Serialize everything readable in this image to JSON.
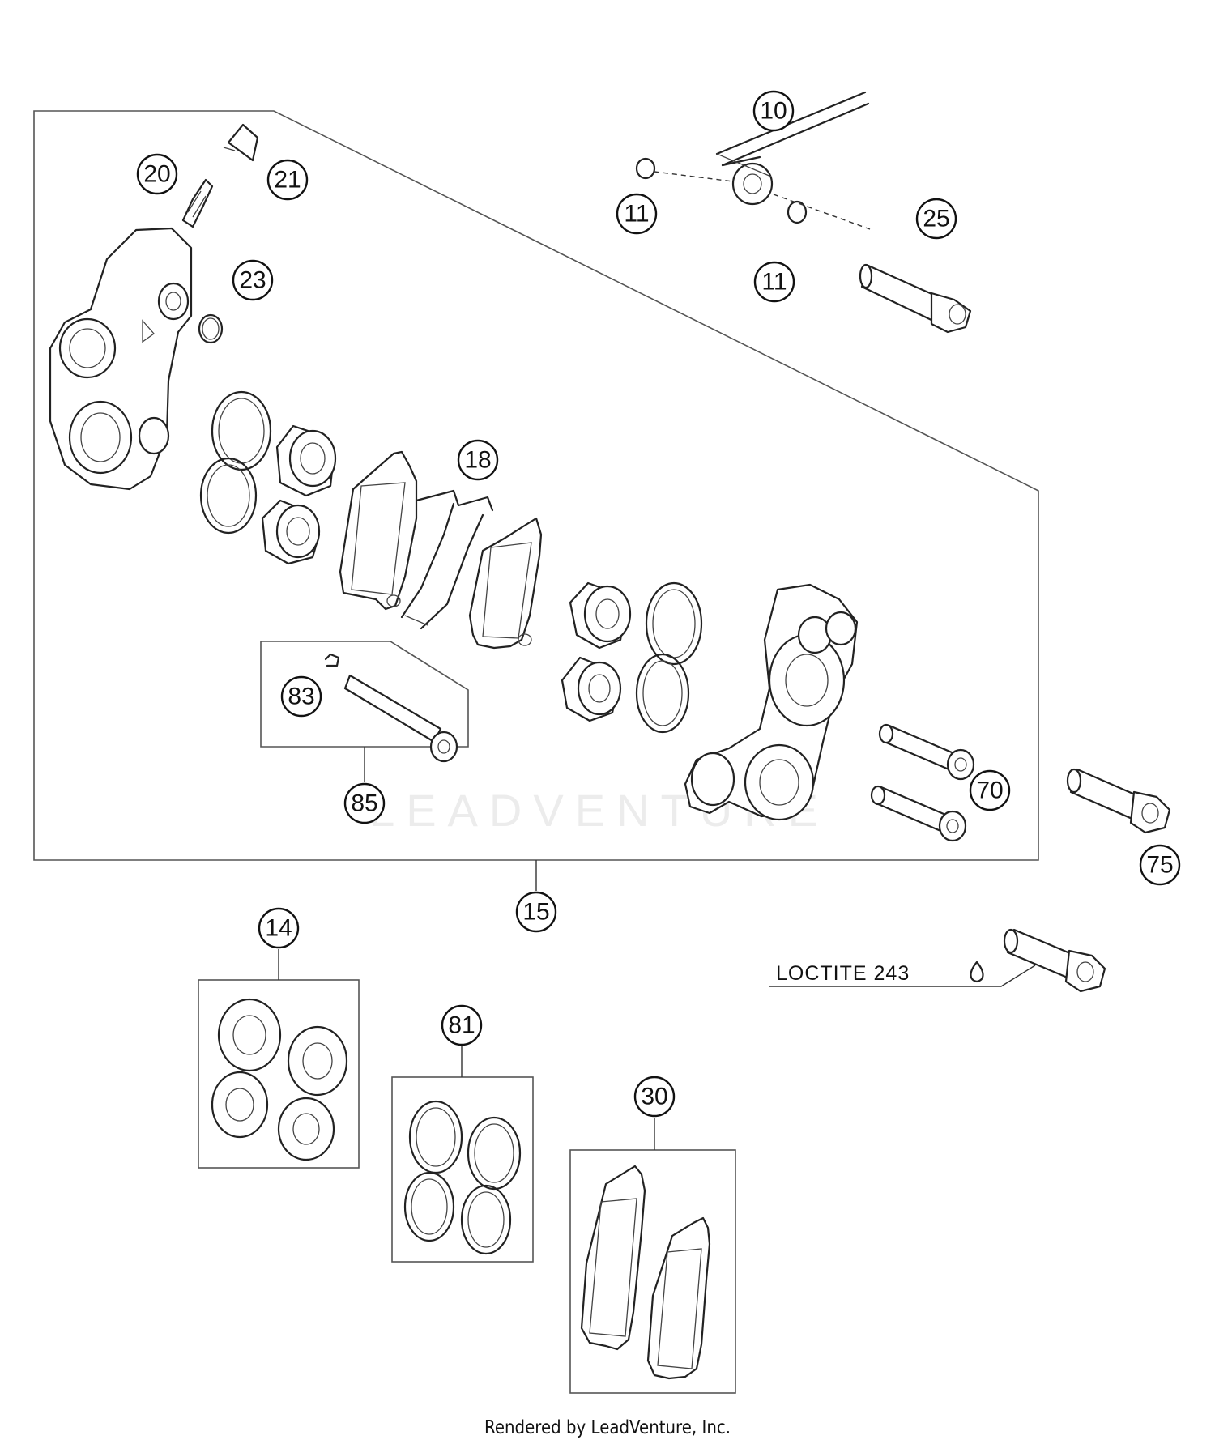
{
  "callouts": {
    "c10": "10",
    "c11a": "11",
    "c11b": "11",
    "c14": "14",
    "c15": "15",
    "c18": "18",
    "c20": "20",
    "c21": "21",
    "c23": "23",
    "c25": "25",
    "c30": "30",
    "c70": "70",
    "c75": "75",
    "c81": "81",
    "c83": "83",
    "c85": "85"
  },
  "note": {
    "loctite": "LOCTITE 243"
  },
  "watermark": "LEADVENTURE",
  "footer": "Rendered by LeadVenture, Inc."
}
